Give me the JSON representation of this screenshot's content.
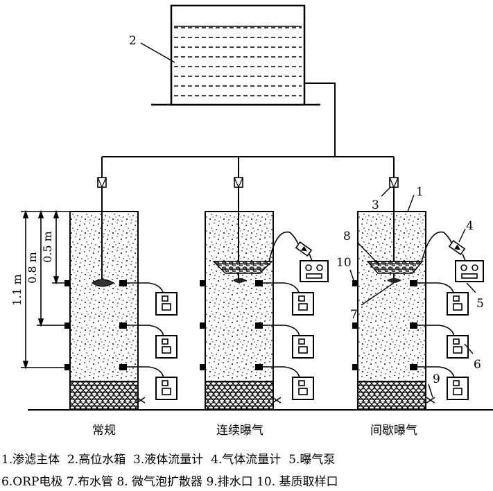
{
  "callouts": [
    "1",
    "2",
    "3",
    "4",
    "5",
    "6",
    "7",
    "8",
    "9",
    "10"
  ],
  "dimensions": {
    "d1": "1.1 m",
    "d2": "0.8 m",
    "d3": "0.5 m"
  },
  "columns": [
    {
      "label": "常规"
    },
    {
      "label": "连续曝气"
    },
    {
      "label": "间歇曝气"
    }
  ],
  "legend": {
    "line1": "1.渗滤主体  2.高位水箱  3.液体流量计  4.气体流量计  5.曝气泵",
    "line2": "6.ORP电极 7.布水管 8. 微气泡扩散器 9.排水口 10. 基质取样口"
  }
}
